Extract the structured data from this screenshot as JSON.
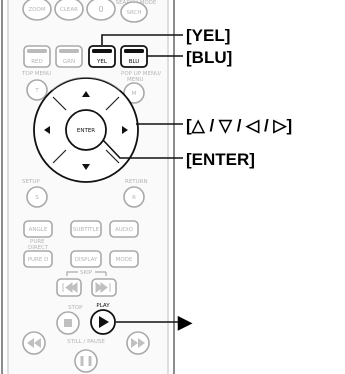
{
  "remote": {
    "top_buttons": [
      {
        "id": "zoom",
        "label": "ZOOM"
      },
      {
        "id": "clear",
        "label": "CLEAR"
      },
      {
        "id": "zero",
        "label": "0"
      },
      {
        "id": "srch",
        "label": "SRCH"
      }
    ],
    "search_mode_label": "SEARCH MODE",
    "color_buttons": [
      {
        "id": "red",
        "label": "RED"
      },
      {
        "id": "grn",
        "label": "GRN"
      },
      {
        "id": "yel",
        "label": "YEL"
      },
      {
        "id": "blu",
        "label": "BLU"
      }
    ],
    "top_menu_label": [
      "TOP MENU"
    ],
    "top_menu_key": "T",
    "popup_menu_label": [
      "POP UP MENU/",
      "MENU"
    ],
    "popup_menu_key": "M",
    "enter_label": "ENTER",
    "setup_label": "SETUP",
    "setup_key": "S",
    "return_label": "RETURN",
    "return_key": "R",
    "row_angle": [
      {
        "id": "angle",
        "label": "ANGLE"
      },
      {
        "id": "subtitle",
        "label": "SUBTITLE"
      },
      {
        "id": "audio",
        "label": "AUDIO"
      }
    ],
    "pure_direct_label": [
      "PURE",
      "DIRECT"
    ],
    "row_pure": [
      {
        "id": "pure",
        "label": "PURE D"
      },
      {
        "id": "display",
        "label": "DISPLAY"
      },
      {
        "id": "mode",
        "label": "MODE"
      }
    ],
    "skip_label": "SKIP",
    "stop_label": "STOP",
    "play_label": "PLAY",
    "still_pause_label": "STILL / PAUSE"
  },
  "callouts": {
    "yel": "[YEL]",
    "blu": "[BLU]",
    "arrows": "[△ / ▽ / ◁ / ▷]",
    "enter": "[ENTER]",
    "play": "▶"
  }
}
